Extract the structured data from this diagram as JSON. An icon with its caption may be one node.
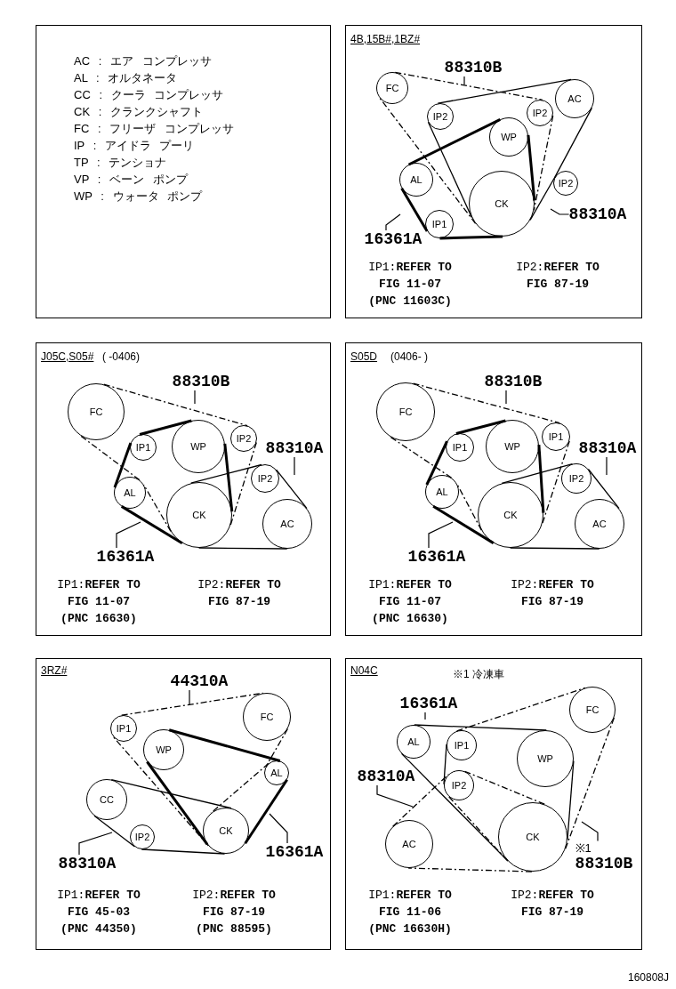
{
  "diagram": {
    "nodes": [
      {
        "text": [
          "AC : エア コンプレッサ",
          "AL : オルタネータ",
          "CC : クーラ コンプレッサ",
          "CK : クランクシャフト",
          "FC : フリーザ コンプレッサ",
          "IP : アイドラ プーリ",
          "TP : テンショナ",
          "VP : ベーン ポンプ",
          "WP : ウォータ ポンプ"
        ]
      },
      {
        "text": [
          "4B,15B#,1BZ#",
          "IP1:**REFER TO FIG 11-07 (PNC 11603C)**",
          "IP2:**REFER TO FIG 87-19**"
        ]
      },
      {
        "text": [
          "88310B"
        ],
        "in": 1
      },
      {
        "text": [
          "FC"
        ],
        "in": 1
      },
      {
        "text": [
          "AC"
        ],
        "in": 1
      },
      {
        "text": [
          "IP2"
        ],
        "in": 1
      },
      {
        "text": [
          "IP2"
        ],
        "in": 1
      },
      {
        "text": [
          "WP"
        ],
        "in": 1
      },
      {
        "text": [
          "AL"
        ],
        "in": 1
      },
      {
        "text": [
          "IP2"
        ],
        "in": 1
      },
      {
        "text": [
          "CK"
        ],
        "in": 1
      },
      {
        "text": [
          "88310A"
        ],
        "in": 1
      },
      {
        "text": [
          "IP1"
        ],
        "in": 1
      },
      {
        "text": [
          "16361A"
        ],
        "in": 1
      },
      {
        "text": [
          "J05C,S05#",
          "( -0406)",
          "IP1:**REFER TO FIG 11-07 (PNC 16630)**",
          "IP2:**REFER TO FIG 87-19**"
        ]
      },
      {
        "text": [
          "88310B"
        ],
        "in": 14
      },
      {
        "text": [
          "FC"
        ],
        "in": 14
      },
      {
        "text": [
          "IP1"
        ],
        "in": 14
      },
      {
        "text": [
          "WP"
        ],
        "in": 14
      },
      {
        "text": [
          "IP2"
        ],
        "in": 14
      },
      {
        "text": [
          "88310A"
        ],
        "in": 14
      },
      {
        "text": [
          "AL"
        ],
        "in": 14
      },
      {
        "text": [
          "IP2"
        ],
        "in": 14
      },
      {
        "text": [
          "CK"
        ],
        "in": 14
      },
      {
        "text": [
          "AC"
        ],
        "in": 14
      },
      {
        "text": [
          "16361A"
        ],
        "in": 14
      },
      {
        "text": [
          "S05D",
          "(0406- )",
          "IP1:**REFER TO FIG 11-07 (PNC 16630)**",
          "IP2:**REFER TO FIG 87-19**"
        ]
      },
      {
        "text": [
          "88310B"
        ],
        "in": 26
      },
      {
        "text": [
          "FC"
        ],
        "in": 26
      },
      {
        "text": [
          "IP1"
        ],
        "in": 26
      },
      {
        "text": [
          "WP"
        ],
        "in": 26
      },
      {
        "text": [
          "IP1"
        ],
        "in": 26
      },
      {
        "text": [
          "88310A"
        ],
        "in": 26
      },
      {
        "text": [
          "AL"
        ],
        "in": 26
      },
      {
        "text": [
          "IP2"
        ],
        "in": 26
      },
      {
        "text": [
          "CK"
        ],
        "in": 26
      },
      {
        "text": [
          "AC"
        ],
        "in": 26
      },
      {
        "text": [
          "16361A"
        ],
        "in": 26
      },
      {
        "text": [
          "3RZ#",
          "IP1:**REFER TO FIG 45-03 (PNC 44350)**",
          "IP2:**REFER TO FIG 87-19 (PNC 88595)**"
        ]
      },
      {
        "text": [
          "44310A"
        ],
        "in": 38
      },
      {
        "text": [
          "IP1"
        ],
        "in": 38
      },
      {
        "text": [
          "FC"
        ],
        "in": 38
      },
      {
        "text": [
          "WP"
        ],
        "in": 38
      },
      {
        "text": [
          "AL"
        ],
        "in": 38
      },
      {
        "text": [
          "CC"
        ],
        "in": 38
      },
      {
        "text": [
          "CK"
        ],
        "in": 38
      },
      {
        "text": [
          "IP2"
        ],
        "in": 38
      },
      {
        "text": [
          "16361A"
        ],
        "in": 38
      },
      {
        "text": [
          "88310A"
        ],
        "in": 38
      },
      {
        "text": [
          "N04C",
          "※1 冷凍車",
          "IP1:**REFER TO FIG 11-06 (PNC 16630H)**",
          "IP2:**REFER TO FIG 87-19**"
        ]
      },
      {
        "text": [
          "16361A"
        ],
        "in": 49
      },
      {
        "text": [
          "FC"
        ],
        "in": 49
      },
      {
        "text": [
          "AL"
        ],
        "in": 49
      },
      {
        "text": [
          "IP1"
        ],
        "in": 49
      },
      {
        "text": [
          "WP"
        ],
        "in": 49
      },
      {
        "text": [
          "88310A"
        ],
        "in": 49
      },
      {
        "text": [
          "IP2"
        ],
        "in": 49
      },
      {
        "text": [
          "AC"
        ],
        "in": 49
      },
      {
        "text": [
          "CK"
        ],
        "in": 49
      },
      {
        "text": [
          "※1",
          "88310B"
        ],
        "in": 49
      }
    ],
    "edges": [
      {
        "from": 3,
        "to": 6,
        "arrow": "none",
        "style": "dashed"
      },
      {
        "from": 6,
        "to": 10,
        "arrow": "none",
        "style": "dashed"
      },
      {
        "from": 10,
        "to": 3,
        "arrow": "none",
        "style": "dashed"
      },
      {
        "from": 5,
        "to": 4,
        "arrow": "none"
      },
      {
        "from": 4,
        "to": 9,
        "arrow": "none"
      },
      {
        "from": 9,
        "to": 10,
        "arrow": "none"
      },
      {
        "from": 10,
        "to": 5,
        "arrow": "none"
      },
      {
        "from": 8,
        "to": 7,
        "arrow": "none",
        "style": "thick"
      },
      {
        "from": 7,
        "to": 10,
        "arrow": "none",
        "style": "thick"
      },
      {
        "from": 10,
        "to": 12,
        "arrow": "none",
        "style": "thick"
      },
      {
        "from": 12,
        "to": 8,
        "arrow": "none",
        "style": "thick"
      },
      {
        "from": 2,
        "to": null,
        "arrow": "none"
      },
      {
        "from": 11,
        "to": null,
        "arrow": "none"
      },
      {
        "from": 13,
        "to": null,
        "arrow": "none"
      },
      {
        "from": 16,
        "to": 19,
        "arrow": "none",
        "style": "dashed"
      },
      {
        "from": 19,
        "to": 23,
        "arrow": "none",
        "style": "dashed"
      },
      {
        "from": 23,
        "to": 21,
        "arrow": "none",
        "style": "dashed"
      },
      {
        "from": 21,
        "to": 16,
        "arrow": "none",
        "style": "dashed"
      },
      {
        "from": 23,
        "to": 22,
        "arrow": "none"
      },
      {
        "from": 22,
        "to": 24,
        "arrow": "none"
      },
      {
        "from": 24,
        "to": 23,
        "arrow": "none"
      },
      {
        "from": 17,
        "to": 18,
        "arrow": "none",
        "style": "thick"
      },
      {
        "from": 18,
        "to": 23,
        "arrow": "none",
        "style": "thick"
      },
      {
        "from": 23,
        "to": 21,
        "arrow": "none",
        "style": "thick"
      },
      {
        "from": 21,
        "to": 17,
        "arrow": "none",
        "style": "thick"
      },
      {
        "from": 15,
        "to": null,
        "arrow": "none"
      },
      {
        "from": 20,
        "to": null,
        "arrow": "none"
      },
      {
        "from": 25,
        "to": null,
        "arrow": "none"
      },
      {
        "from": 28,
        "to": 31,
        "arrow": "none",
        "style": "dashed"
      },
      {
        "from": 31,
        "to": 35,
        "arrow": "none",
        "style": "dashed"
      },
      {
        "from": 35,
        "to": 33,
        "arrow": "none",
        "style": "dashed"
      },
      {
        "from": 33,
        "to": 28,
        "arrow": "none",
        "style": "dashed"
      },
      {
        "from": 35,
        "to": 34,
        "arrow": "none"
      },
      {
        "from": 34,
        "to": 36,
        "arrow": "none"
      },
      {
        "from": 36,
        "to": 35,
        "arrow": "none"
      },
      {
        "from": 29,
        "to": 30,
        "arrow": "none",
        "style": "thick"
      },
      {
        "from": 30,
        "to": 35,
        "arrow": "none",
        "style": "thick"
      },
      {
        "from": 35,
        "to": 33,
        "arrow": "none",
        "style": "thick"
      },
      {
        "from": 33,
        "to": 29,
        "arrow": "none",
        "style": "thick"
      },
      {
        "from": 27,
        "to": null,
        "arrow": "none"
      },
      {
        "from": 32,
        "to": null,
        "arrow": "none"
      },
      {
        "from": 37,
        "to": null,
        "arrow": "none"
      },
      {
        "from": 40,
        "to": 41,
        "arrow": "none",
        "style": "dashed"
      },
      {
        "from": 41,
        "to": 43,
        "arrow": "none",
        "style": "dashed"
      },
      {
        "from": 43,
        "to": 45,
        "arrow": "none",
        "style": "dashed"
      },
      {
        "from": 45,
        "to": 40,
        "arrow": "none",
        "style": "dashed"
      },
      {
        "from": 42,
        "to": 43,
        "arrow": "none",
        "style": "thick"
      },
      {
        "from": 43,
        "to": 45,
        "arrow": "none",
        "style": "thick"
      },
      {
        "from": 45,
        "to": 42,
        "arrow": "none",
        "style": "thick"
      },
      {
        "from": 44,
        "to": 45,
        "arrow": "none"
      },
      {
        "from": 45,
        "to": 46,
        "arrow": "none"
      },
      {
        "from": 46,
        "to": 44,
        "arrow": "none"
      },
      {
        "from": 39,
        "to": null,
        "arrow": "none"
      },
      {
        "from": 47,
        "to": null,
        "arrow": "none"
      },
      {
        "from": 48,
        "to": null,
        "arrow": "none"
      },
      {
        "from": 52,
        "to": 54,
        "arrow": "none"
      },
      {
        "from": 54,
        "to": 58,
        "arrow": "none"
      },
      {
        "from": 58,
        "to": 52,
        "arrow": "none"
      },
      {
        "from": 56,
        "to": 58,
        "arrow": "none",
        "style": "dashed"
      },
      {
        "from": 58,
        "to": 57,
        "arrow": "none",
        "style": "dashed"
      },
      {
        "from": 57,
        "to": 56,
        "arrow": "none",
        "style": "dashed"
      },
      {
        "from": 53,
        "to": 51,
        "arrow": "none",
        "style": "dashed"
      },
      {
        "from": 51,
        "to": 58,
        "arrow": "none",
        "style": "dashed"
      },
      {
        "from": 58,
        "to": 56,
        "arrow": "none",
        "style": "dashed"
      },
      {
        "from": 56,
        "to": 53,
        "arrow": "none"
      },
      {
        "from": 50,
        "to": null,
        "arrow": "none"
      },
      {
        "from": 55,
        "to": null,
        "arrow": "none"
      },
      {
        "from": 59,
        "to": null,
        "arrow": "none"
      }
    ],
    "labels": [
      "160808J"
    ]
  }
}
